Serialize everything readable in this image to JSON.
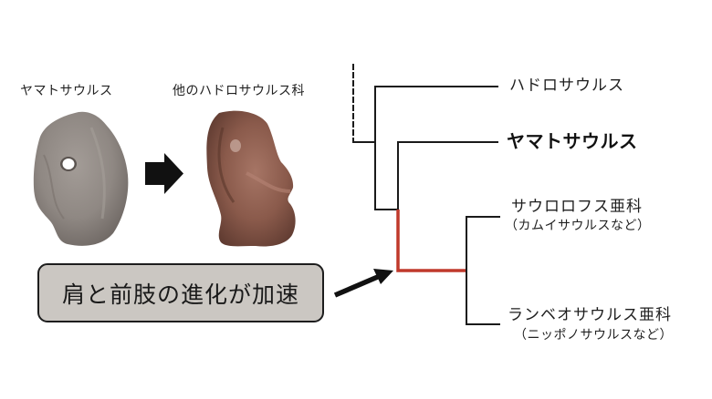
{
  "fossils": {
    "left_label": "ヤマトサウルス",
    "right_label": "他のハドロサウルス科",
    "transition_arrow": "right-arrow-icon"
  },
  "callout": {
    "text": "肩と前肢の進化が加速",
    "pointer": "diagonal-arrow-icon"
  },
  "tree": {
    "taxa": [
      {
        "name": "ハドロサウルス",
        "emphasis": false
      },
      {
        "name": "ヤマトサウルス",
        "emphasis": true
      },
      {
        "name": "サウロロフス亜科",
        "examples": "（カムイサウルスなど）"
      },
      {
        "name": "ランベオサウルス亜科",
        "examples": "（ニッポノサウルスなど）"
      }
    ],
    "colors": {
      "branch": "#1a1a1a",
      "highlight_branch": "#c0392b"
    }
  },
  "colors": {
    "callout_bg": "#cbc7c2",
    "yamatosaurus_fossil": "#8d8580",
    "other_fossil": "#8a5a4a"
  }
}
